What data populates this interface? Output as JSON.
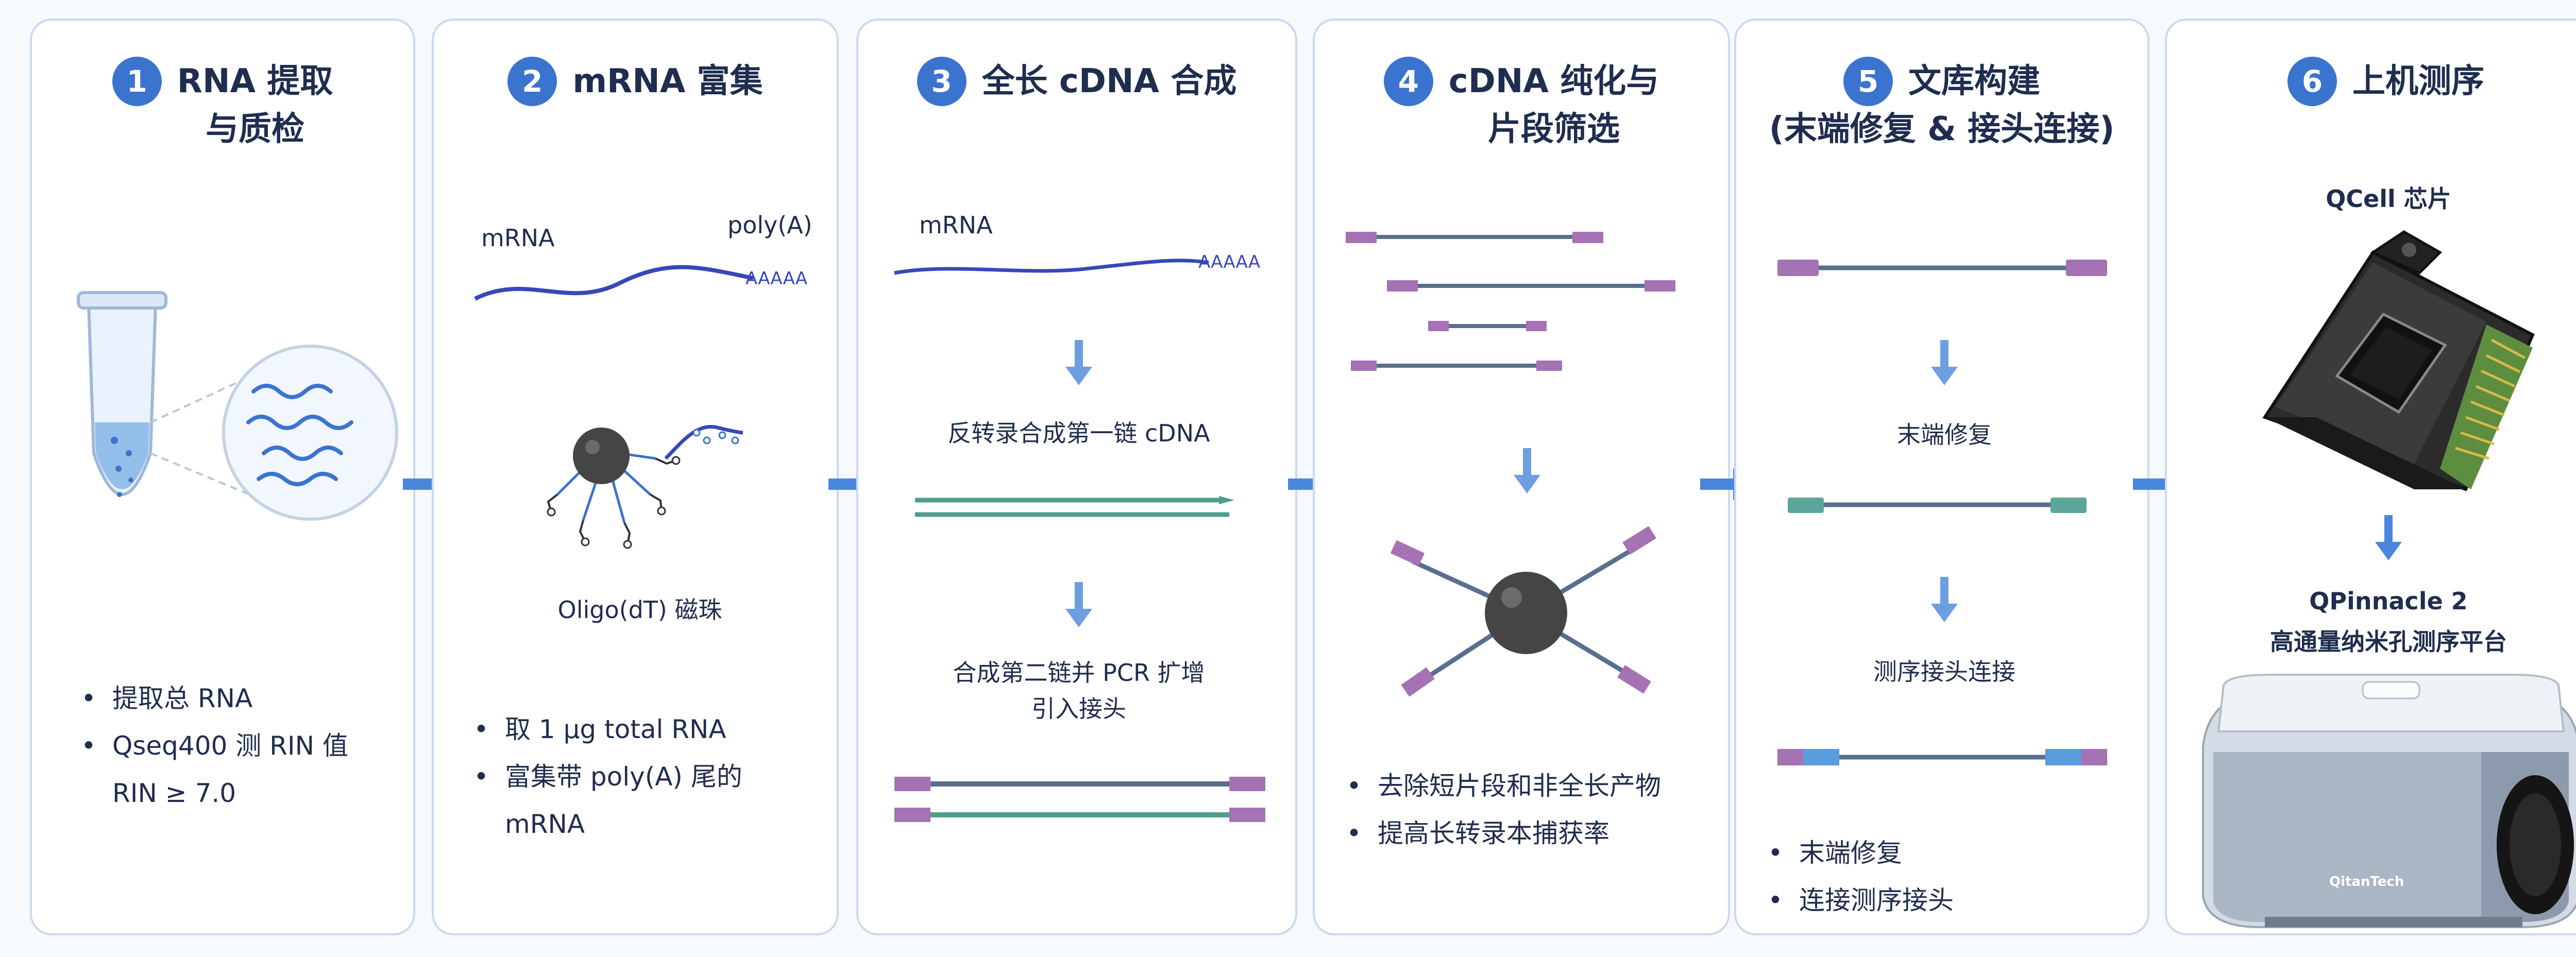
{
  "colors": {
    "accent": "#3a74cf",
    "panel_border": "#c9daf2",
    "arrow": "#4a86dc",
    "strand": "#6a84a8",
    "rna": "#3847b8",
    "adapter_purple": "#a572b3",
    "adapter_teal": "#5aa69a",
    "adapter_blue": "#5b9be0",
    "cdna_green": "#4f9e8d",
    "bead": "#444444"
  },
  "steps": [
    {
      "number": "1",
      "title_lines": [
        "RNA 提取",
        "与质检"
      ],
      "bullets": [
        "提取总 RNA",
        "Qseq400 测 RIN 值",
        "RIN ≥ 7.0"
      ]
    },
    {
      "number": "2",
      "title_lines": [
        "mRNA 富集"
      ],
      "labels": {
        "mrna": "mRNA",
        "polya": "poly(A)",
        "tail": "AAAAA",
        "bead": "Oligo(dT) 磁珠"
      },
      "bullets": [
        "取 1 µg total RNA",
        "富集带 poly(A) 尾的",
        "mRNA"
      ]
    },
    {
      "number": "3",
      "title_lines": [
        "全长 cDNA 合成"
      ],
      "labels": {
        "mrna": "mRNA",
        "tail": "AAAAA",
        "first_strand": "反转录合成第一链 cDNA",
        "second_strand_1": "合成第二链并 PCR 扩增",
        "second_strand_2": "引入接头"
      }
    },
    {
      "number": "4",
      "title_lines": [
        "cDNA 纯化与",
        "片段筛选"
      ],
      "bullets": [
        "去除短片段和非全长产物",
        "提高长转录本捕获率"
      ]
    },
    {
      "number": "5",
      "title_lines": [
        "文库构建",
        "(末端修复 & 接头连接)"
      ],
      "labels": {
        "end_repair": "末端修复",
        "adapter_ligation": "测序接头连接"
      },
      "bullets": [
        "末端修复",
        "连接测序接头"
      ]
    },
    {
      "number": "6",
      "title_lines": [
        "上机测序"
      ],
      "labels": {
        "chip": "QCell 芯片",
        "platform_1": "QPinnacle 2",
        "platform_2": "高通量纳米孔测序平台",
        "brand": "QitanTech"
      }
    }
  ]
}
